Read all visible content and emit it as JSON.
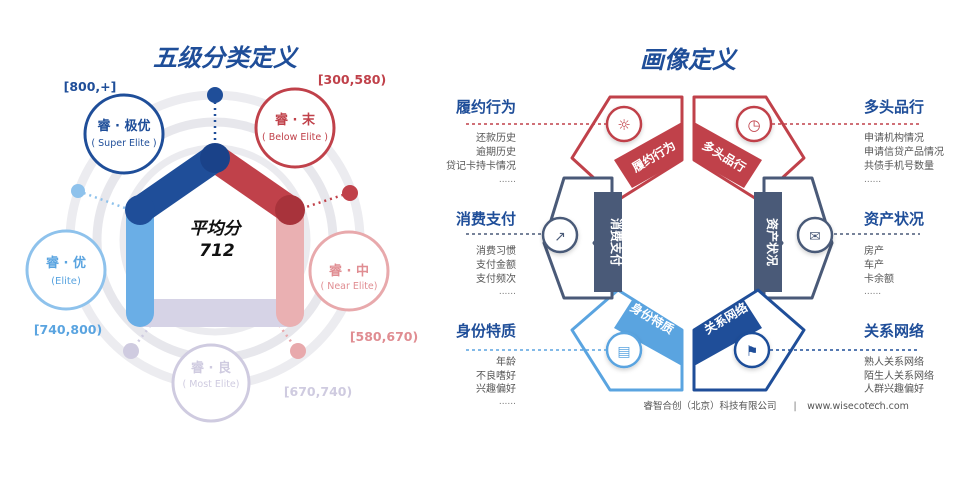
{
  "left": {
    "title": "五级分类定义",
    "center_label": "平均分",
    "center_value": "712",
    "tiers": [
      {
        "name": "睿 · 极优",
        "en": "( Super Elite )",
        "range": "[800,+]",
        "color": "#1f4e99"
      },
      {
        "name": "睿 · 末",
        "en": "( Below Elite )",
        "range": "[300,580)",
        "color": "#c0414a"
      },
      {
        "name": "睿 · 中",
        "en": "( Near Elite)",
        "range": "[580,670)",
        "color": "#e8a9ac"
      },
      {
        "name": "睿 · 良",
        "en": "( Most Elite)",
        "range": "[670,740)",
        "color": "#cfcbe0"
      },
      {
        "name": "睿 · 优",
        "en": "(Elite)",
        "range": "[740,800)",
        "color": "#5aa4e0"
      }
    ]
  },
  "right": {
    "title": "画像定义",
    "segments": [
      {
        "name": "履约行为",
        "items": [
          "还款历史",
          "逾期历史",
          "贷记卡持卡情况",
          "......"
        ],
        "icon": "lightbulb-icon"
      },
      {
        "name": "多头品行",
        "items": [
          "申请机构情况",
          "申请信贷产品情况",
          "共债手机号数量",
          "......"
        ],
        "icon": "stopwatch-icon"
      },
      {
        "name": "资产状况",
        "items": [
          "房产",
          "车产",
          "卡余额",
          "......"
        ],
        "icon": "chat-bubble-icon"
      },
      {
        "name": "关系网络",
        "items": [
          "熟人关系网络",
          "陌生人关系网络",
          "人群兴趣偏好",
          "......"
        ],
        "icon": "flag-icon"
      },
      {
        "name": "身份特质",
        "items": [
          "年龄",
          "不良嗜好",
          "兴趣偏好",
          "......"
        ],
        "icon": "document-icon"
      },
      {
        "name": "消费支付",
        "items": [
          "消费习惯",
          "支付金额",
          "支付频次",
          "......"
        ],
        "icon": "chart-up-icon"
      }
    ],
    "footer_company": "睿智合创（北京）科技有限公司",
    "footer_sep": "|",
    "footer_url": "www.wisecotech.com"
  },
  "colors": {
    "blue": "#1f4e99",
    "red": "#c0414a",
    "gray_blue": "#4a5a78"
  }
}
